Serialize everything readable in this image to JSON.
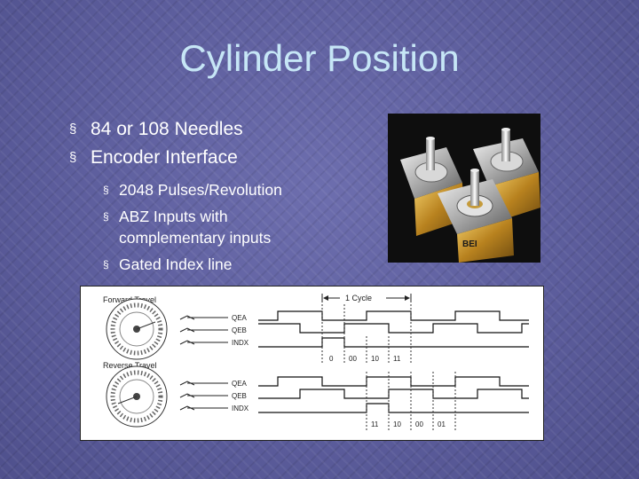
{
  "slide": {
    "title": "Cylinder Position"
  },
  "bullets": {
    "item1": "84 or 108 Needles",
    "item2": "Encoder Interface",
    "sub1": "2048 Pulses/Revolution",
    "sub2": "ABZ Inputs with complementary inputs",
    "sub3": "Gated Index line"
  },
  "bullet_marker": "§",
  "photo": {
    "logo_text": "BEI"
  },
  "diagram": {
    "forward_label": "Forward Travel",
    "reverse_label": "Reverse Travel",
    "cycle_label": "1 Cycle",
    "forward_signals": [
      "QEA",
      "QEB",
      "INDX"
    ],
    "reverse_signals": [
      "QEA",
      "QEB",
      "INDX"
    ],
    "forward_states": [
      "0",
      "00",
      "10",
      "11"
    ],
    "reverse_states": [
      "11",
      "10",
      "00",
      "01"
    ]
  }
}
